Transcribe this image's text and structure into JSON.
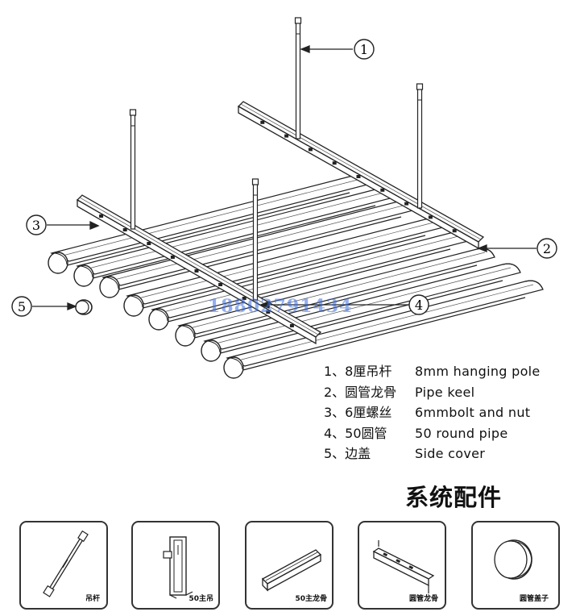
{
  "callouts": [
    "1",
    "2",
    "3",
    "4",
    "5"
  ],
  "watermark": "18802791434",
  "legend": [
    {
      "zh": "1、8厘吊杆",
      "en": "8mm hanging pole"
    },
    {
      "zh": "2、圆管龙骨",
      "en": "Pipe keel"
    },
    {
      "zh": "3、6厘螺丝",
      "en": "6mmbolt and nut"
    },
    {
      "zh": "4、50圆管",
      "en": "50 round pipe"
    },
    {
      "zh": "5、边盖",
      "en": "Side cover"
    }
  ],
  "system_title": "系统配件",
  "parts": [
    {
      "label": "吊杆",
      "icon": "hanging-rod-icon"
    },
    {
      "label": "50主吊",
      "icon": "main-hanger-icon"
    },
    {
      "label": "50主龙骨",
      "icon": "main-keel-icon"
    },
    {
      "label": "圆管龙骨",
      "icon": "pipe-keel-icon"
    },
    {
      "label": "圆管盖子",
      "icon": "pipe-cap-icon"
    }
  ]
}
